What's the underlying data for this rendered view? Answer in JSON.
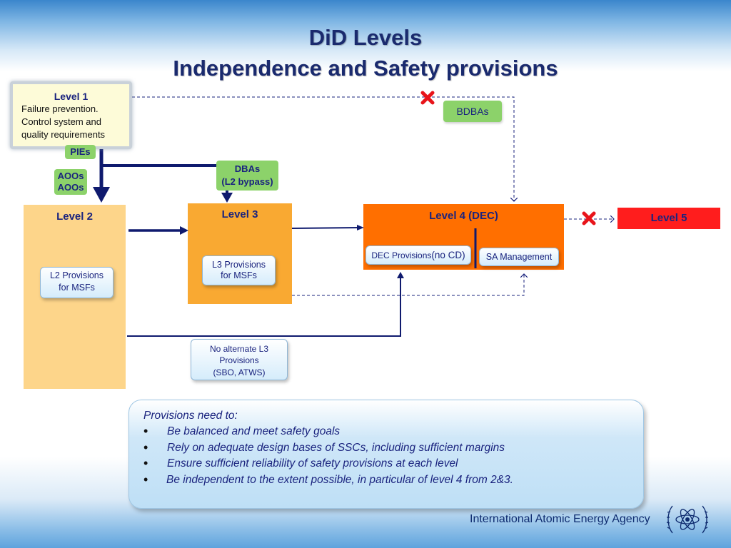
{
  "title": {
    "line1": "DiD Levels",
    "line2": "Independence and Safety provisions"
  },
  "level1": {
    "heading": "Level 1",
    "lines": [
      "Failure prevention.",
      "Control system and",
      "quality requirements"
    ]
  },
  "tags": {
    "pies": "PIEs",
    "aoos_1": "AOOs",
    "aoos_2": "AOOs",
    "dbas_1": "DBAs",
    "dbas_2": "(L2 bypass)",
    "bdbas": "BDBAs"
  },
  "level2": {
    "heading": "Level 2",
    "provisions_1": "L2 Provisions",
    "provisions_2": "for  MSFs"
  },
  "level3": {
    "heading": "Level 3",
    "provisions_1": "L3 Provisions",
    "provisions_2": "for MSFs"
  },
  "level4": {
    "heading": "Level 4 (DEC)",
    "dec_provisions": "DEC Provisions",
    "no_cd": "(no CD)",
    "sa_management": "SA  Management"
  },
  "level5": {
    "heading": "Level 5"
  },
  "no_alternate": {
    "line1": "No alternate L3",
    "line2": "Provisions",
    "line3": "(SBO, ATWS)"
  },
  "provisions_box": {
    "intro": "Provisions  need to:",
    "items": [
      "Be balanced and meet  safety goals",
      "Rely on adequate design bases of SSCs, including sufficient margins",
      "Ensure sufficient  reliability  of  safety provisions at each level",
      "Be independent to the extent possible, in particular   of level 4 from 2&3."
    ]
  },
  "footer": {
    "org": "International Atomic Energy Agency"
  },
  "icons": {
    "cross": "red-x-cross-icon",
    "logo": "iaea-atom-logo-icon",
    "bullet": "•"
  },
  "colors": {
    "title": "#1a2a6e",
    "level1_bg": "#fdfbd8",
    "level2_bg": "#fdd58a",
    "level3_bg": "#f9a932",
    "level4_bg": "#ff6f00",
    "level5_bg": "#ff1d1d",
    "tag_green": "#8cd26a",
    "arrow_navy": "#0f1a6e",
    "dashed_navy": "#1a237e"
  }
}
